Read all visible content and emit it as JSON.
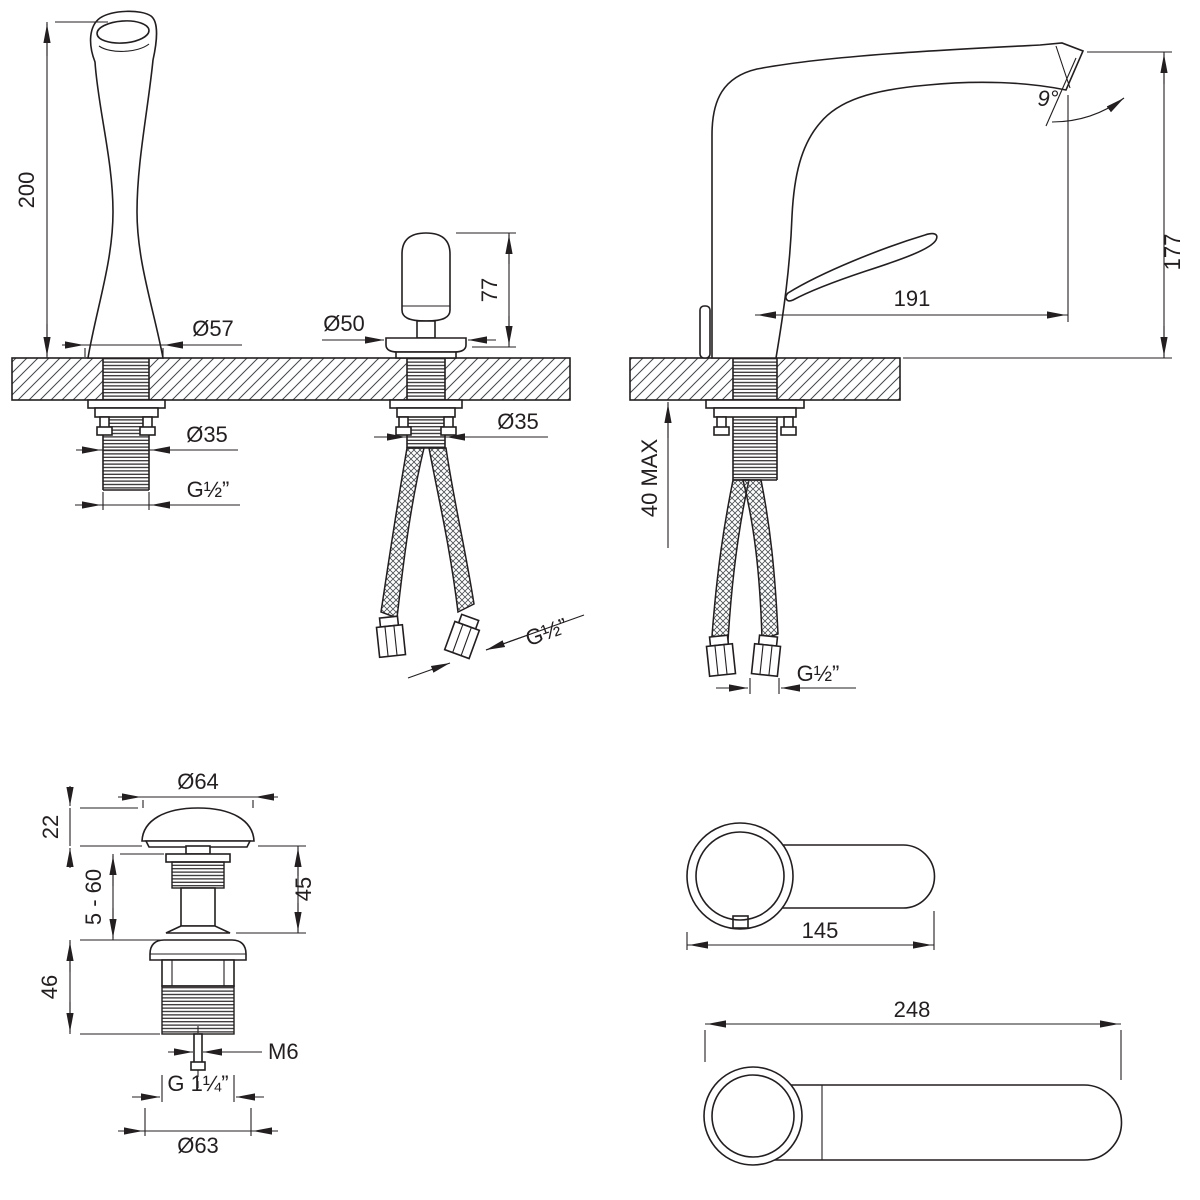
{
  "drawing": {
    "background": "#ffffff",
    "line_color": "#231f20",
    "views": {
      "spout_front": {
        "height": "200",
        "base_diameter": "Ø57",
        "shank_diameter": "Ø35",
        "thread": "G½”"
      },
      "handle_front": {
        "height": "77",
        "base_diameter": "Ø50",
        "shank_diameter": "Ø35",
        "hose_thread": "G½”"
      },
      "faucet_side": {
        "spout_angle": "9°",
        "height": "177",
        "spout_reach": "191",
        "deck_thickness": "40 MAX",
        "hose_thread": "G½”"
      },
      "drain": {
        "cap_diameter": "Ø64",
        "cap_height": "22",
        "adjustment_range": "5 - 60",
        "upper_height": "45",
        "lower_height": "46",
        "screw": "M6",
        "thread": "G 1¼”",
        "flange_diameter": "Ø63"
      },
      "handle_top": {
        "length": "145"
      },
      "spout_top": {
        "length": "248"
      }
    }
  }
}
